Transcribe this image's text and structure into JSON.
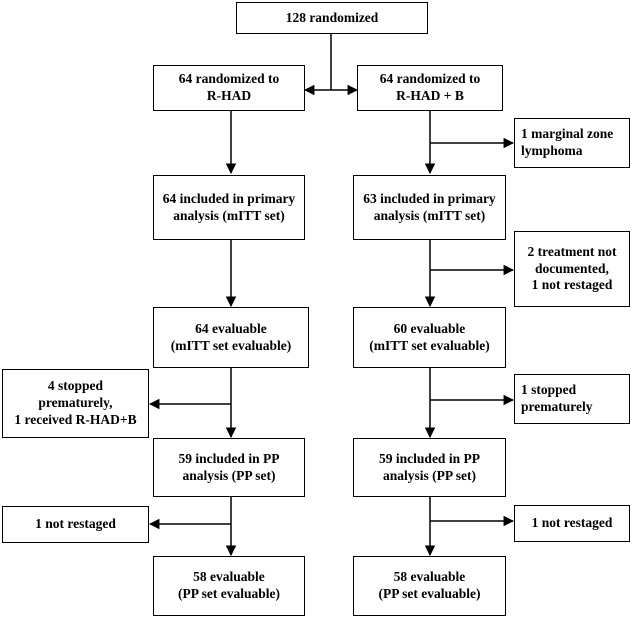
{
  "boxes": {
    "randomized": "128 randomized",
    "arm_a_randomized": "64 randomized to\nR-HAD",
    "arm_b_randomized": "64 randomized to\nR-HAD + B",
    "arm_b_excluded_1": "1 marginal zone\nlymphoma",
    "arm_a_primary": "64 included in primary\nanalysis (mITT set)",
    "arm_b_primary": "63 included in primary\nanalysis (mITT set)",
    "arm_b_excluded_2": "2 treatment not\ndocumented,\n1 not restaged",
    "arm_a_evaluable": "64 evaluable\n(mITT set evaluable)",
    "arm_b_evaluable": "60 evaluable\n(mITT set evaluable)",
    "arm_a_excluded_3": "4 stopped\nprematurely,\n1 received R-HAD+B",
    "arm_b_excluded_3": "1 stopped\nprematurely",
    "arm_a_pp": "59 included in PP\nanalysis (PP set)",
    "arm_b_pp": "59 included in PP\nanalysis (PP set)",
    "arm_a_excluded_4": "1 not restaged",
    "arm_b_excluded_4": "1 not restaged",
    "arm_a_final": "58 evaluable\n(PP set evaluable)",
    "arm_b_final": "58 evaluable\n(PP set evaluable)"
  }
}
